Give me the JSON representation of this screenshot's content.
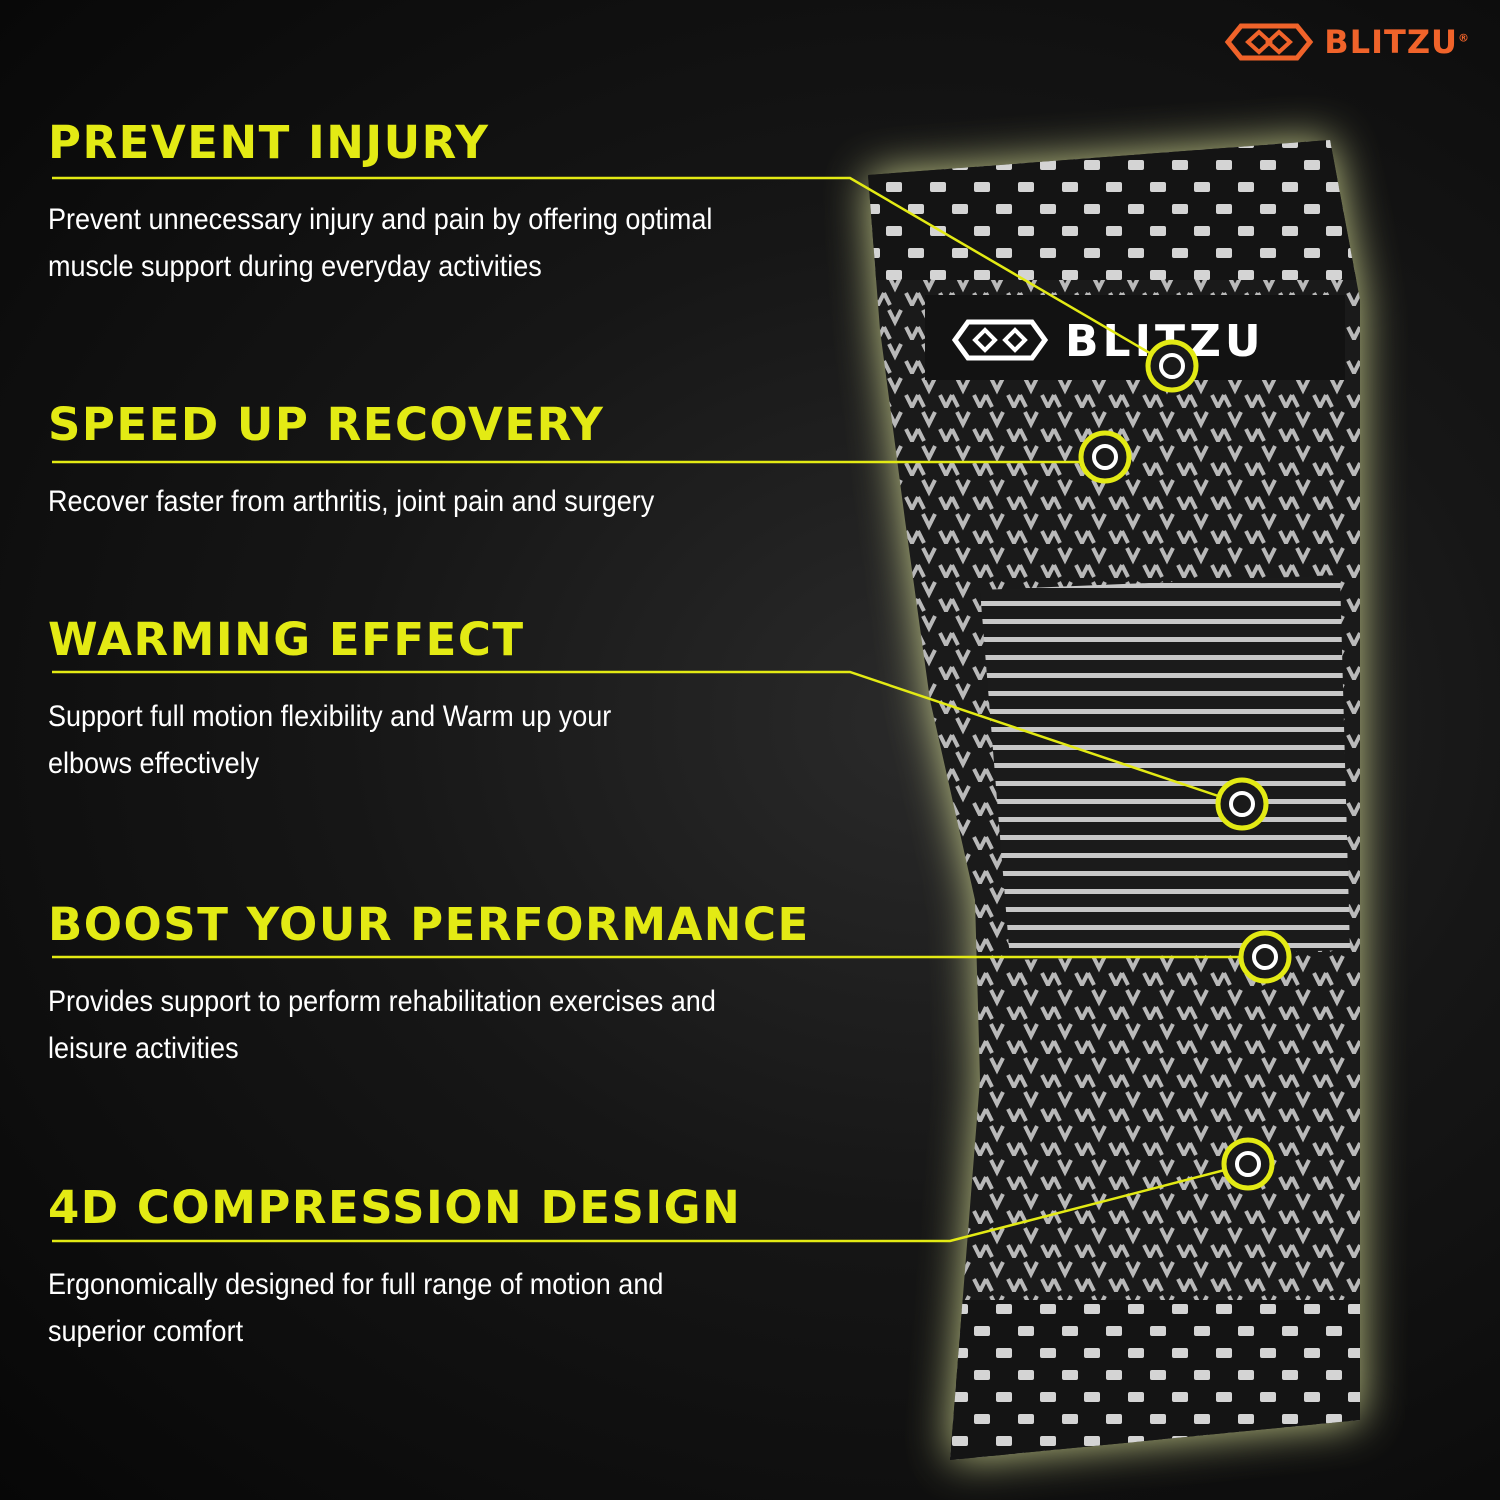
{
  "brand": {
    "name": "BLITZU",
    "registered": "®",
    "sleeve_logo_text": "BLITZU"
  },
  "colors": {
    "accent_yellow": "#e3ea14",
    "brand_orange": "#f0632a",
    "background": "#111111",
    "text_white": "#ffffff"
  },
  "features": [
    {
      "title": "PREVENT INJURY",
      "description": "Prevent unnecessary injury and pain by offering optimal muscle support during everyday activities"
    },
    {
      "title": "SPEED UP RECOVERY",
      "description": "Recover faster from arthritis, joint pain and surgery"
    },
    {
      "title": "WARMING EFFECT",
      "description": "Support full motion flexibility and Warm up your elbows effectively"
    },
    {
      "title": "BOOST YOUR PERFORMANCE",
      "description": "Provides support to perform rehabilitation exercises and leisure activities"
    },
    {
      "title": "4D COMPRESSION DESIGN",
      "description": "Ergonomically designed for full range of motion and superior comfort"
    }
  ]
}
